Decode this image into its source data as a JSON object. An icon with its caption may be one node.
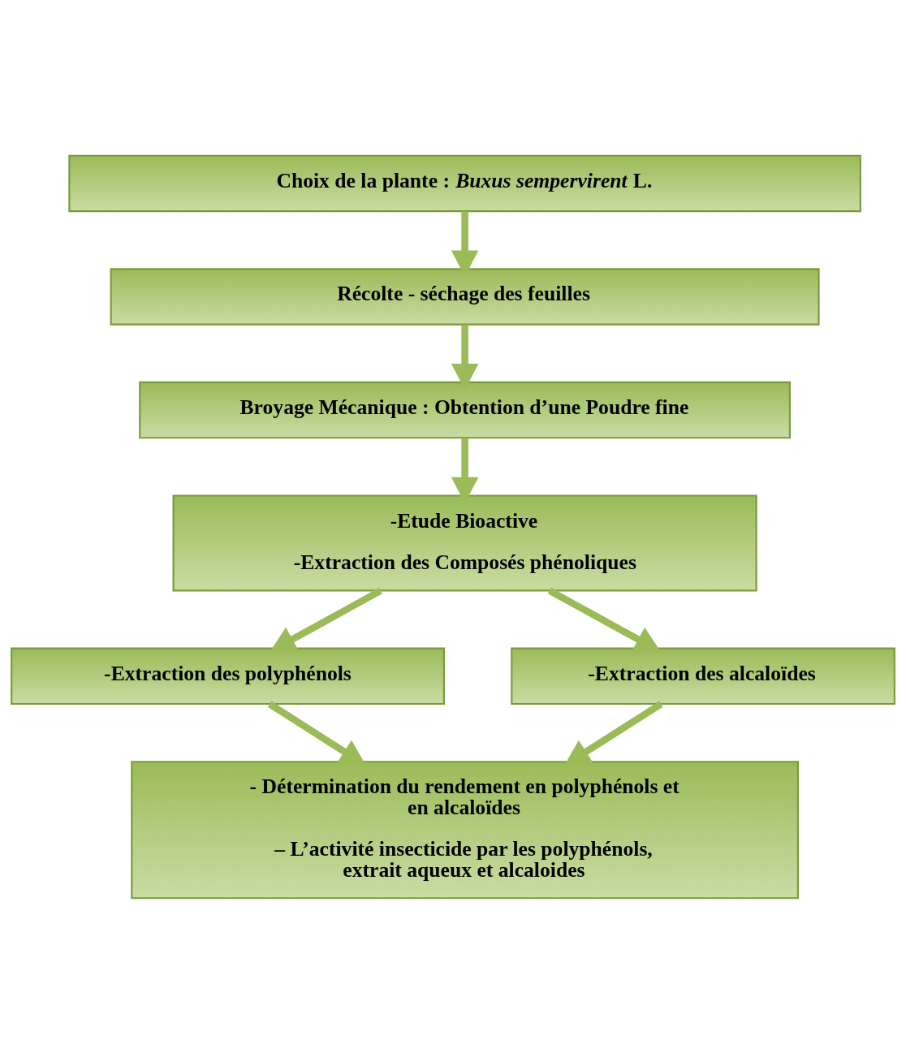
{
  "diagram": {
    "nodes": [
      {
        "text": [
          "Choix de la plante : *Buxus sempervirent* L."
        ]
      },
      {
        "text": [
          "Récolte - séchage des feuilles"
        ]
      },
      {
        "text": [
          "Broyage Mécanique : Obtention d’une Poudre fine"
        ]
      },
      {
        "text": [
          "-Etude Bioactive",
          "-Extraction des Composés phénoliques"
        ]
      },
      {
        "text": [
          "-Extraction des polyphénols"
        ]
      },
      {
        "text": [
          "-Extraction des alcaloïdes"
        ]
      },
      {
        "text": [
          "- Détermination du rendement en polyphénols et en alcaloïdes",
          "– L’activité insecticide par les polyphénols, extrait aqueux et alcaloides"
        ]
      }
    ],
    "edges": [
      {
        "from": 0,
        "to": 1,
        "arrow": "to"
      },
      {
        "from": 1,
        "to": 2,
        "arrow": "to"
      },
      {
        "from": 2,
        "to": 3,
        "arrow": "to"
      },
      {
        "from": 3,
        "to": 4,
        "arrow": "to"
      },
      {
        "from": 3,
        "to": 5,
        "arrow": "to"
      },
      {
        "from": 4,
        "to": 6,
        "arrow": "to"
      },
      {
        "from": 5,
        "to": 6,
        "arrow": "to"
      }
    ]
  }
}
